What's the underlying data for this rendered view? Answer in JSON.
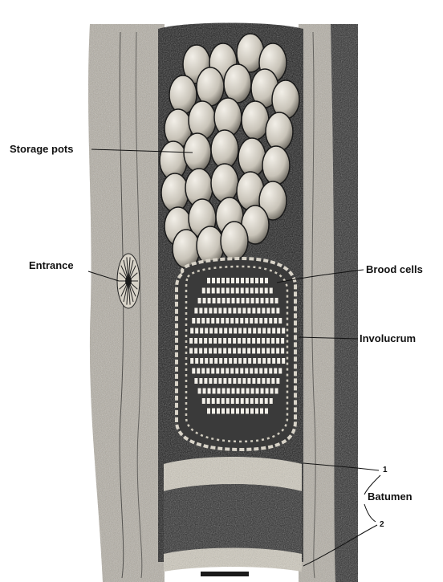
{
  "labels": {
    "storage_pots": "Storage pots",
    "entrance": "Entrance",
    "brood_cells": "Brood cells",
    "involucrum": "Involucrum",
    "batumen": "Batumen",
    "batumen_1": "1",
    "batumen_2": "2"
  },
  "colors": {
    "wood": "#b2aca0",
    "wood_dark": "#6e6a62",
    "cavity": "#1a1a1a",
    "pot": "#d6d2c8",
    "batumen_light": "#cfcabd",
    "batumen_dark": "#2a2a2a"
  }
}
